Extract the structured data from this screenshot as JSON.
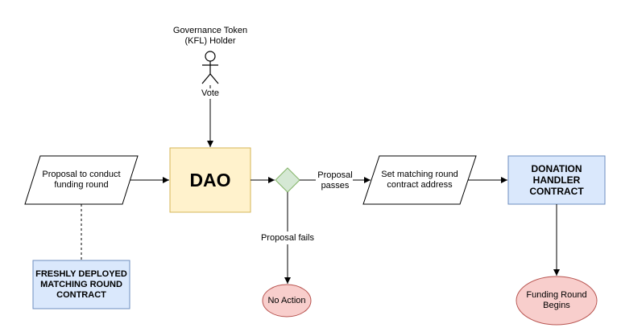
{
  "actor": {
    "title_line1": "Governance Token",
    "title_line2": "(KFL) Holder",
    "edge_label": "Vote"
  },
  "nodes": {
    "proposal": {
      "line1": "Proposal to conduct",
      "line2": "funding round"
    },
    "dao": {
      "label": "DAO"
    },
    "decision": {
      "pass_line1": "Proposal",
      "pass_line2": "passes",
      "fail_label": "Proposal fails"
    },
    "set_address": {
      "line1": "Set matching round",
      "line2": "contract address"
    },
    "donation_handler": {
      "line1": "DONATION",
      "line2": "HANDLER",
      "line3": "CONTRACT"
    },
    "matching_round": {
      "line1": "FRESHLY DEPLOYED",
      "line2": "MATCHING ROUND",
      "line3": "CONTRACT"
    },
    "no_action": {
      "label": "No Action"
    },
    "funding_begins": {
      "line1": "Funding Round",
      "line2": "Begins"
    }
  },
  "colors": {
    "stroke": "#000000",
    "dao_fill": "#fff2cc",
    "dao_stroke": "#d6b656",
    "blue_fill": "#dae8fc",
    "blue_stroke": "#6c8ebf",
    "green_fill": "#d5e8d4",
    "green_stroke": "#82b366",
    "red_fill": "#f8cecc",
    "red_stroke": "#b85450"
  }
}
